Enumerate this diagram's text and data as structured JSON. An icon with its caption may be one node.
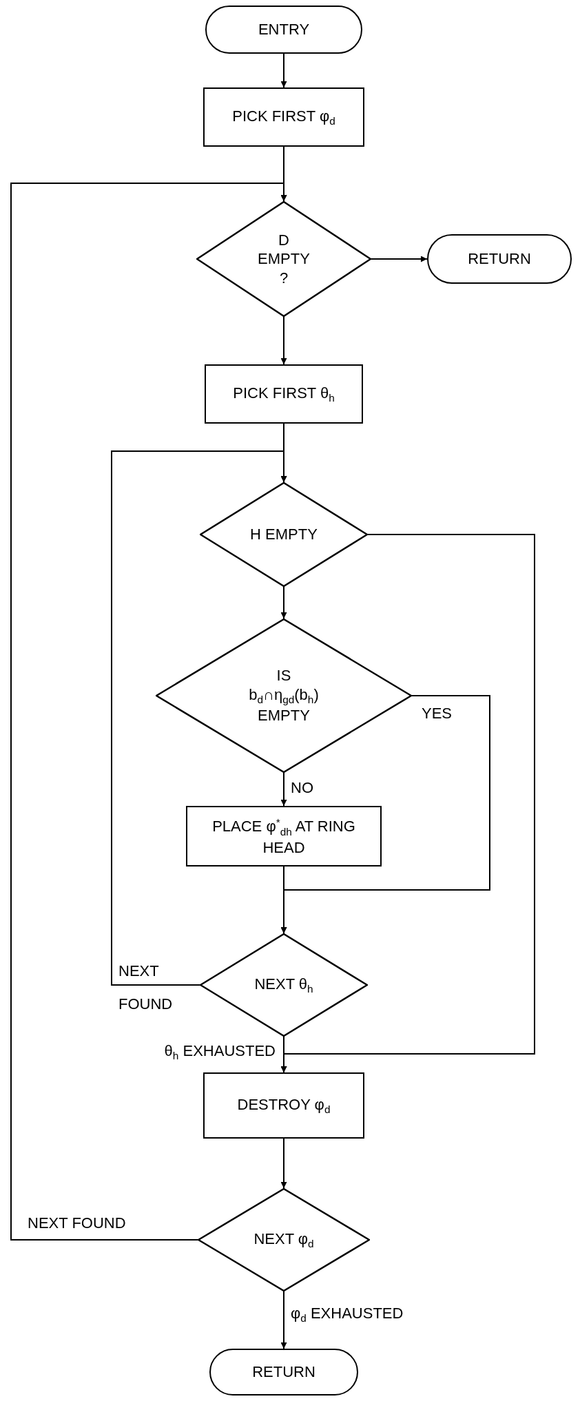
{
  "diagram": {
    "nodes": [
      {
        "text": [
          "ENTRY"
        ]
      },
      {
        "text": [
          "PICK FIRST φ$_{d}$"
        ]
      },
      {
        "text": [
          "D EMPTY ?"
        ]
      },
      {
        "text": [
          "RETURN"
        ]
      },
      {
        "text": [
          "PICK FIRST θ$_{h}$"
        ]
      },
      {
        "text": [
          "H EMPTY"
        ]
      },
      {
        "text": [
          "IS b$_{d}$∩η$_{gd}$(b$_{h}$) EMPTY"
        ]
      },
      {
        "text": [
          "PLACE φ$^{*}$$_{dh}$ AT RING HEAD"
        ]
      },
      {
        "text": [
          "NEXT θ$_{h}$"
        ]
      },
      {
        "text": [
          "DESTROY φ$_{d}$"
        ]
      },
      {
        "text": [
          "NEXT φ$_{d}$"
        ]
      },
      {
        "text": [
          "RETURN"
        ]
      }
    ],
    "edges": [
      {
        "from": 0,
        "to": 1,
        "arrow": "to"
      },
      {
        "from": 1,
        "to": 2,
        "arrow": "to"
      },
      {
        "from": 2,
        "to": 3,
        "arrow": "to"
      },
      {
        "from": 2,
        "to": 4,
        "arrow": "to"
      },
      {
        "from": 4,
        "to": 5,
        "arrow": "to"
      },
      {
        "from": 5,
        "to": 6,
        "arrow": "to"
      },
      {
        "from": 6,
        "to": 7,
        "arrow": "to",
        "label": "NO"
      },
      {
        "from": 6,
        "to": 8,
        "arrow": "to",
        "label": "YES"
      },
      {
        "from": 7,
        "to": 8,
        "arrow": "to"
      },
      {
        "from": 8,
        "to": 5,
        "arrow": "to",
        "label": "NEXT FOUND"
      },
      {
        "from": 8,
        "to": 9,
        "arrow": "to",
        "label": "θ$_{h}$ EXHAUSTED"
      },
      {
        "from": 5,
        "to": 9,
        "arrow": "to"
      },
      {
        "from": 9,
        "to": 10,
        "arrow": "to"
      },
      {
        "from": 10,
        "to": 2,
        "arrow": "to",
        "label": "NEXT FOUND"
      },
      {
        "from": 10,
        "to": 11,
        "arrow": "to",
        "label": "φ$_{d}$ EXHAUSTED"
      }
    ]
  }
}
